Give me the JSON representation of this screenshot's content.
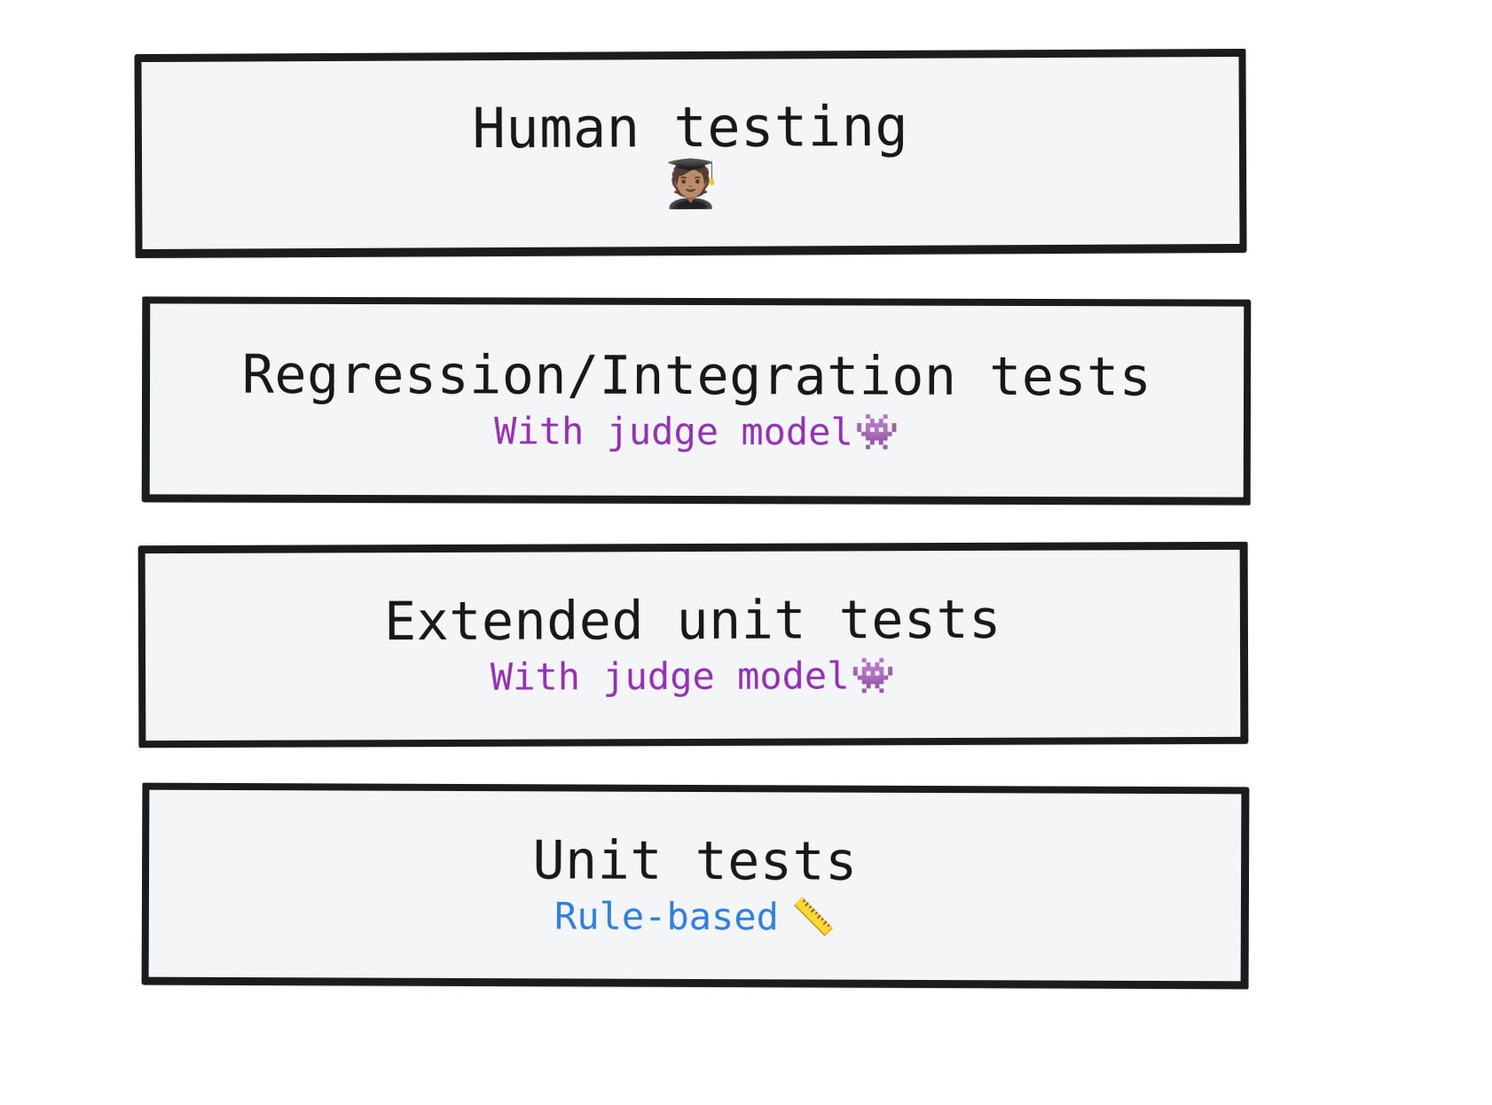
{
  "canvas": {
    "background_color": "#ffffff",
    "box_fill_color": "#f4f5f7",
    "box_border_color": "#1c1c1c",
    "title_color": "#181818",
    "purple_accent": "#9430b8",
    "blue_accent": "#2f7fe0"
  },
  "layers": [
    {
      "id": "human-testing",
      "title": "Human testing",
      "emoji": "🧑🏽‍🎓",
      "emoji_name": "student-graduate-emoji",
      "subtitle": "",
      "subtitle_emoji": "",
      "subtitle_emoji_name": "",
      "subtitle_color": ""
    },
    {
      "id": "regression-integration-tests",
      "title": "Regression/Integration tests",
      "emoji": "",
      "emoji_name": "",
      "subtitle": "With judge model",
      "subtitle_emoji": "👾",
      "subtitle_emoji_name": "alien-monster-emoji",
      "subtitle_color": "#9430b8"
    },
    {
      "id": "extended-unit-tests",
      "title": "Extended unit tests",
      "emoji": "",
      "emoji_name": "",
      "subtitle": "With judge model",
      "subtitle_emoji": "👾",
      "subtitle_emoji_name": "alien-monster-emoji",
      "subtitle_color": "#9430b8"
    },
    {
      "id": "unit-tests",
      "title": "Unit tests",
      "emoji": "",
      "emoji_name": "",
      "subtitle": "Rule-based",
      "subtitle_emoji": "📏",
      "subtitle_emoji_name": "straight-ruler-emoji",
      "subtitle_color": "#2f7fe0"
    }
  ]
}
